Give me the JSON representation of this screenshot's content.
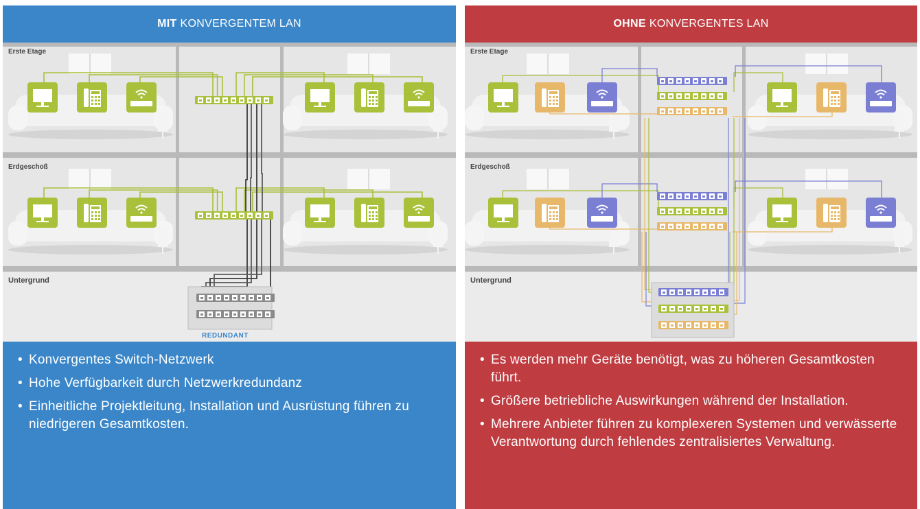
{
  "left": {
    "header_bold": "MIT",
    "header_rest": "KONVERGENTEM LAN",
    "floors": [
      "Erste Etage",
      "Erdgeschoß",
      "Untergrund"
    ],
    "redundant_label": "REDUNDANT",
    "bullets": [
      "Konvergentes Switch-Netzwerk",
      "Hohe Verfügbarkeit durch Netzwerkredundanz",
      "Einheitliche Projektleitung, Installation und Ausrüstung führen zu niedrigeren Gesamtkosten."
    ]
  },
  "right": {
    "header_bold": "OHNE",
    "header_rest": "KONVERGENTES LAN",
    "floors": [
      "Erste Etage",
      "Erdgeschoß",
      "Untergrund"
    ],
    "bullets": [
      "Es werden mehr Geräte benötigt, was zu höheren Gesamtkosten führt.",
      "Größere betriebliche Auswirkungen während der Installation.",
      "Mehrere Anbieter führen zu komplexeren Systemen und verwässerte Verantwortung durch fehlendes zentralisiertes Verwaltung."
    ]
  },
  "colors": {
    "left_accent": "#3a86c8",
    "right_accent": "#bf3c41",
    "device_green": "#a8c03a",
    "device_orange": "#e8b86a",
    "device_purple": "#7b7fd4",
    "scene_gray": "#e6e6e6"
  },
  "icons": [
    "monitor-icon",
    "phone-icon",
    "wifi-router-icon",
    "network-switch-icon"
  ]
}
